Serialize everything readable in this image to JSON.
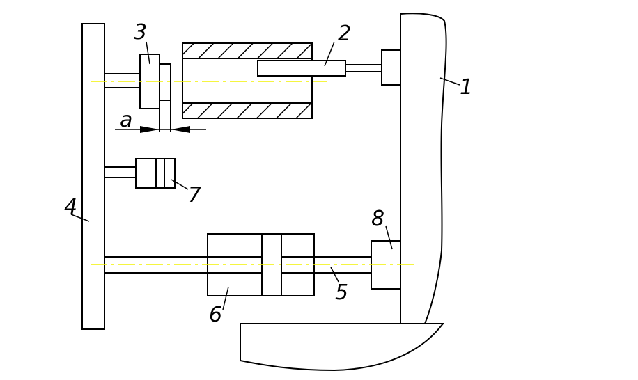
{
  "labels": {
    "part1": "1",
    "part2": "2",
    "part3": "3",
    "part4": "4",
    "part5": "5",
    "part6": "6",
    "part7": "7",
    "part8": "8",
    "gap": "a"
  },
  "colors": {
    "line": "#000000",
    "centerline": "#f2f200",
    "background": "#ffffff"
  }
}
